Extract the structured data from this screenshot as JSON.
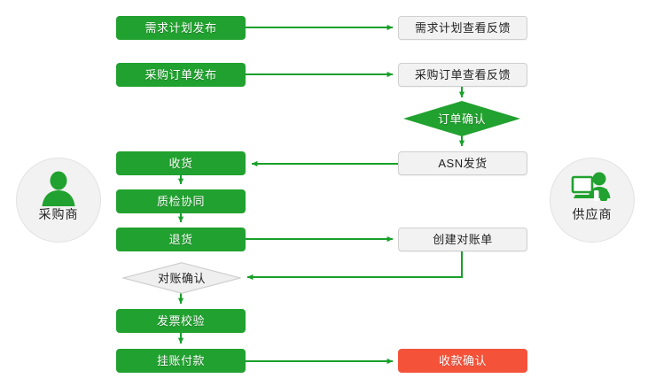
{
  "diagram": {
    "title_hidden": "",
    "colors": {
      "green": "#21a12f",
      "line_green": "#18a02a",
      "grey_fill": "#f2f2f2",
      "grey_border": "#cfcfcf",
      "orange": "#f4533a",
      "text_dark": "#222222",
      "text_light": "#ffffff"
    },
    "actors": [
      {
        "id": "buyer",
        "label": "采购商",
        "icon": "person-icon",
        "side": "left"
      },
      {
        "id": "supplier",
        "label": "供应商",
        "icon": "person-at-computer-icon",
        "side": "right"
      }
    ],
    "nodes": [
      {
        "id": "demand-plan-publish",
        "label": "需求计划发布",
        "shape": "rect",
        "style": "green"
      },
      {
        "id": "demand-plan-feedback",
        "label": "需求计划查看反馈",
        "shape": "rect",
        "style": "grey"
      },
      {
        "id": "po-publish",
        "label": "采购订单发布",
        "shape": "rect",
        "style": "green"
      },
      {
        "id": "po-feedback",
        "label": "采购订单查看反馈",
        "shape": "rect",
        "style": "grey"
      },
      {
        "id": "order-confirm",
        "label": "订单确认",
        "shape": "diamond",
        "style": "green"
      },
      {
        "id": "asn-shipment",
        "label": "ASN发货",
        "shape": "rect",
        "style": "grey"
      },
      {
        "id": "receive-goods",
        "label": "收货",
        "shape": "rect",
        "style": "green"
      },
      {
        "id": "quality-collab",
        "label": "质检协同",
        "shape": "rect",
        "style": "green"
      },
      {
        "id": "return-goods",
        "label": "退货",
        "shape": "rect",
        "style": "green"
      },
      {
        "id": "create-statement",
        "label": "创建对账单",
        "shape": "rect",
        "style": "grey"
      },
      {
        "id": "statement-confirm",
        "label": "对账确认",
        "shape": "diamond",
        "style": "grey"
      },
      {
        "id": "invoice-verify",
        "label": "发票校验",
        "shape": "rect",
        "style": "green"
      },
      {
        "id": "payable-payment",
        "label": "挂账付款",
        "shape": "rect",
        "style": "green"
      },
      {
        "id": "receipt-confirm",
        "label": "收款确认",
        "shape": "rect",
        "style": "orange"
      }
    ],
    "edges": [
      {
        "from": "demand-plan-publish",
        "to": "demand-plan-feedback"
      },
      {
        "from": "po-publish",
        "to": "po-feedback"
      },
      {
        "from": "po-feedback",
        "to": "order-confirm"
      },
      {
        "from": "order-confirm",
        "to": "asn-shipment"
      },
      {
        "from": "asn-shipment",
        "to": "receive-goods"
      },
      {
        "from": "receive-goods",
        "to": "quality-collab"
      },
      {
        "from": "quality-collab",
        "to": "return-goods"
      },
      {
        "from": "return-goods",
        "to": "create-statement"
      },
      {
        "from": "create-statement",
        "to": "statement-confirm"
      },
      {
        "from": "statement-confirm",
        "to": "invoice-verify"
      },
      {
        "from": "invoice-verify",
        "to": "payable-payment"
      },
      {
        "from": "payable-payment",
        "to": "receipt-confirm"
      }
    ]
  }
}
